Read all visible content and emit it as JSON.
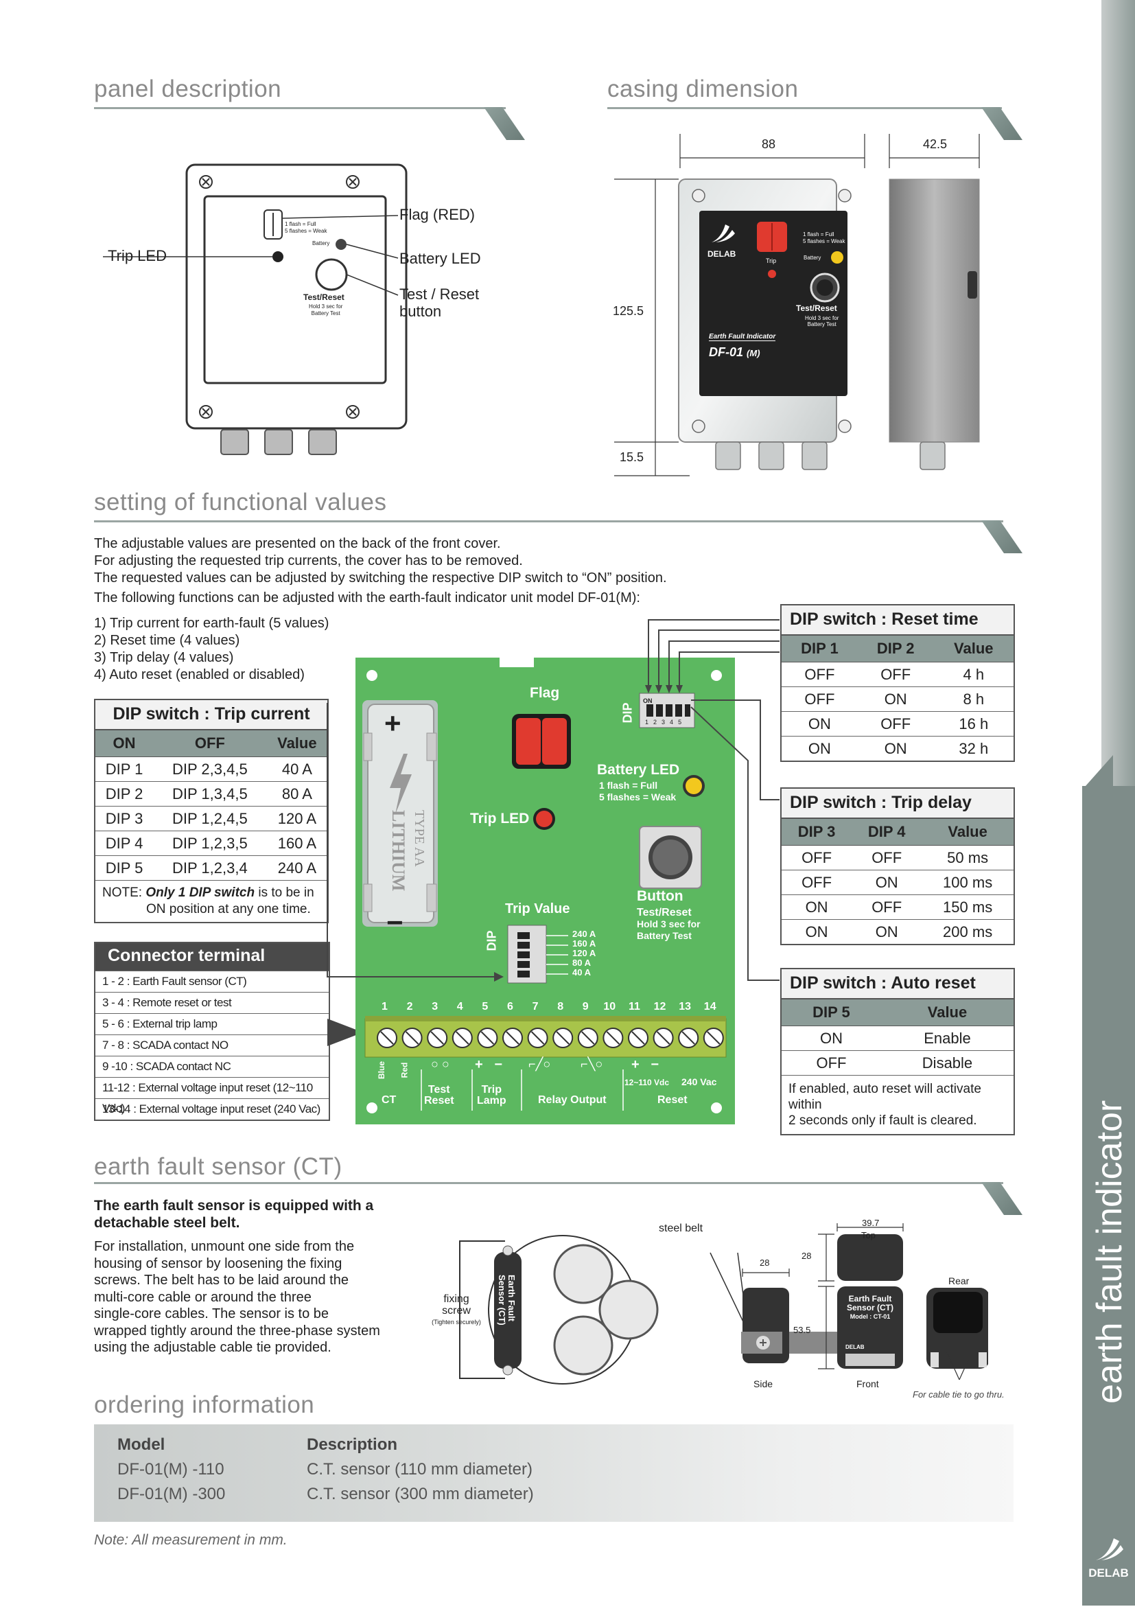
{
  "sections": {
    "panel": "panel description",
    "casing": "casing dimension",
    "setting": "setting of functional values",
    "sensor": "earth fault sensor (CT)",
    "ordering": "ordering information"
  },
  "sidebar_title": "earth fault indicator",
  "brand": "DELAB",
  "panel_labels": {
    "flag": "Flag (RED)",
    "trip_led": "Trip LED",
    "battery_led": "Battery LED",
    "test_reset_1": "Test / Reset",
    "test_reset_2": "button",
    "small_flash_1": "1 flash = Full",
    "small_flash_2": "5 flashes = Weak",
    "small_battery": "Battery",
    "small_test": "Test/Reset",
    "small_hold_1": "Hold 3 sec for",
    "small_hold_2": "Battery Test"
  },
  "casing": {
    "width": "88",
    "depth": "42.5",
    "height": "125.5",
    "gland": "15.5",
    "front_trip": "Trip",
    "front_model_1": "Earth Fault Indicator",
    "front_model_2": "DF-01",
    "front_model_3": "(M)"
  },
  "intro": [
    "The adjustable values are presented on the back of the front cover.",
    "For adjusting the requested trip currents, the cover has to be removed.",
    "The requested values can be adjusted by switching the respective DIP switch to “ON” position.",
    "The following functions can be adjusted with the earth-fault indicator unit model DF-01(M):"
  ],
  "functions": [
    "1) Trip current for earth-fault (5 values)",
    "2) Reset time (4 values)",
    "3) Trip delay (4 values)",
    "4) Auto reset (enabled or disabled)"
  ],
  "trip_current": {
    "title": "DIP switch : Trip current",
    "headers": [
      "ON",
      "OFF",
      "Value"
    ],
    "rows": [
      [
        "DIP 1",
        "DIP 2,3,4,5",
        "40 A"
      ],
      [
        "DIP 2",
        "DIP 1,3,4,5",
        "80 A"
      ],
      [
        "DIP 3",
        "DIP 1,2,4,5",
        "120 A"
      ],
      [
        "DIP 4",
        "DIP 1,2,3,5",
        "160 A"
      ],
      [
        "DIP 5",
        "DIP 1,2,3,4",
        "240 A"
      ]
    ],
    "note_label": "NOTE:",
    "note_bold": "Only 1 DIP switch",
    "note_rest": " is to be in",
    "note_line2": "ON position at any one time."
  },
  "reset_time": {
    "title": "DIP switch : Reset time",
    "headers": [
      "DIP 1",
      "DIP 2",
      "Value"
    ],
    "rows": [
      [
        "OFF",
        "OFF",
        "4 h"
      ],
      [
        "OFF",
        "ON",
        "8 h"
      ],
      [
        "ON",
        "OFF",
        "16 h"
      ],
      [
        "ON",
        "ON",
        "32 h"
      ]
    ]
  },
  "trip_delay": {
    "title": "DIP switch : Trip delay",
    "headers": [
      "DIP 3",
      "DIP 4",
      "Value"
    ],
    "rows": [
      [
        "OFF",
        "OFF",
        "50 ms"
      ],
      [
        "OFF",
        "ON",
        "100 ms"
      ],
      [
        "ON",
        "OFF",
        "150 ms"
      ],
      [
        "ON",
        "ON",
        "200 ms"
      ]
    ]
  },
  "auto_reset": {
    "title": "DIP switch : Auto reset",
    "headers": [
      "DIP 5",
      "Value"
    ],
    "rows": [
      [
        "ON",
        "Enable"
      ],
      [
        "OFF",
        "Disable"
      ]
    ],
    "note_1": "If enabled, auto reset will activate within",
    "note_2": "2 seconds only if fault is cleared."
  },
  "connector": {
    "title": "Connector terminal",
    "rows": [
      "1 - 2 :  Earth Fault sensor (CT)",
      "3 - 4 :  Remote reset or test",
      "5 - 6 :  External trip lamp",
      "7 - 8 :  SCADA contact NO",
      "9 -10 :  SCADA contact NC",
      "11-12 :  External voltage input reset (12~110 Vdc)",
      "13-14 :  External voltage input reset (240 Vac)"
    ]
  },
  "pcb": {
    "flag": "Flag",
    "battery_led": "Battery LED",
    "flash_1": "1 flash = Full",
    "flash_2": "5 flashes = Weak",
    "trip_led": "Trip LED",
    "button": "Button",
    "button_1": "Test/Reset",
    "button_2": "Hold 3 sec for",
    "button_3": "Battery Test",
    "trip_value": "Trip Value",
    "dip": "DIP",
    "on": "ON",
    "dip_nums": [
      "1",
      "2",
      "3",
      "4",
      "5"
    ],
    "trip_values": [
      "240 A",
      "160 A",
      "120 A",
      "80 A",
      "40 A"
    ],
    "battery_1": "LITHIUM",
    "battery_2": "TYPE AA",
    "plus": "+",
    "minus": "−",
    "terminals": [
      "1",
      "2",
      "3",
      "4",
      "5",
      "6",
      "7",
      "8",
      "9",
      "10",
      "11",
      "12",
      "13",
      "14"
    ],
    "wire_blue": "Blue",
    "wire_red": "Red",
    "v_dc": "12~110 Vdc",
    "v_ac": "240 Vac",
    "groups": [
      "CT",
      "Test\nReset",
      "Trip\nLamp",
      "Relay Output",
      "Reset"
    ]
  },
  "sensor": {
    "heading_1": "The earth fault sensor is equipped with a",
    "heading_2": "detachable steel belt.",
    "body": [
      "For installation, unmount one side from the",
      "housing of sensor by loosening the fixing",
      "screws. The belt has to be laid around the",
      "multi-core cable or around the three",
      "single-core cables. The sensor is to be",
      "wrapped tightly around the three-phase system",
      "using the adjustable cable tie provided."
    ],
    "steel_belt": "steel belt",
    "fixing_1": "fixing",
    "fixing_2": "screw",
    "fixing_3": "(Tighten securely)",
    "sensor_label_1": "Earth Fault",
    "sensor_label_2": "Sensor (CT)",
    "dim_top": "39.7",
    "top": "Top",
    "dim_28a": "28",
    "dim_28b": "28",
    "dim_53": "53.5",
    "side": "Side",
    "front": "Front",
    "rear": "Rear",
    "front_label_1": "Earth Fault",
    "front_label_2": "Sensor (CT)",
    "front_label_3": "Model : CT-01",
    "cable_tie": "For cable tie to go thru."
  },
  "ordering": {
    "headers": [
      "Model",
      "Description"
    ],
    "rows": [
      [
        "DF-01(M) -110",
        "C.T. sensor (110 mm diameter)"
      ],
      [
        "DF-01(M) -300",
        "C.T. sensor (300 mm diameter)"
      ]
    ]
  },
  "footer_note": "Note: All measurement in mm.",
  "colors": {
    "pcb_green": "#5cb860",
    "accent_grey": "#9aa5a2",
    "header_grey": "#8c9c98",
    "flag_red": "#e03a2f",
    "battery_yellow": "#f2c81e"
  }
}
